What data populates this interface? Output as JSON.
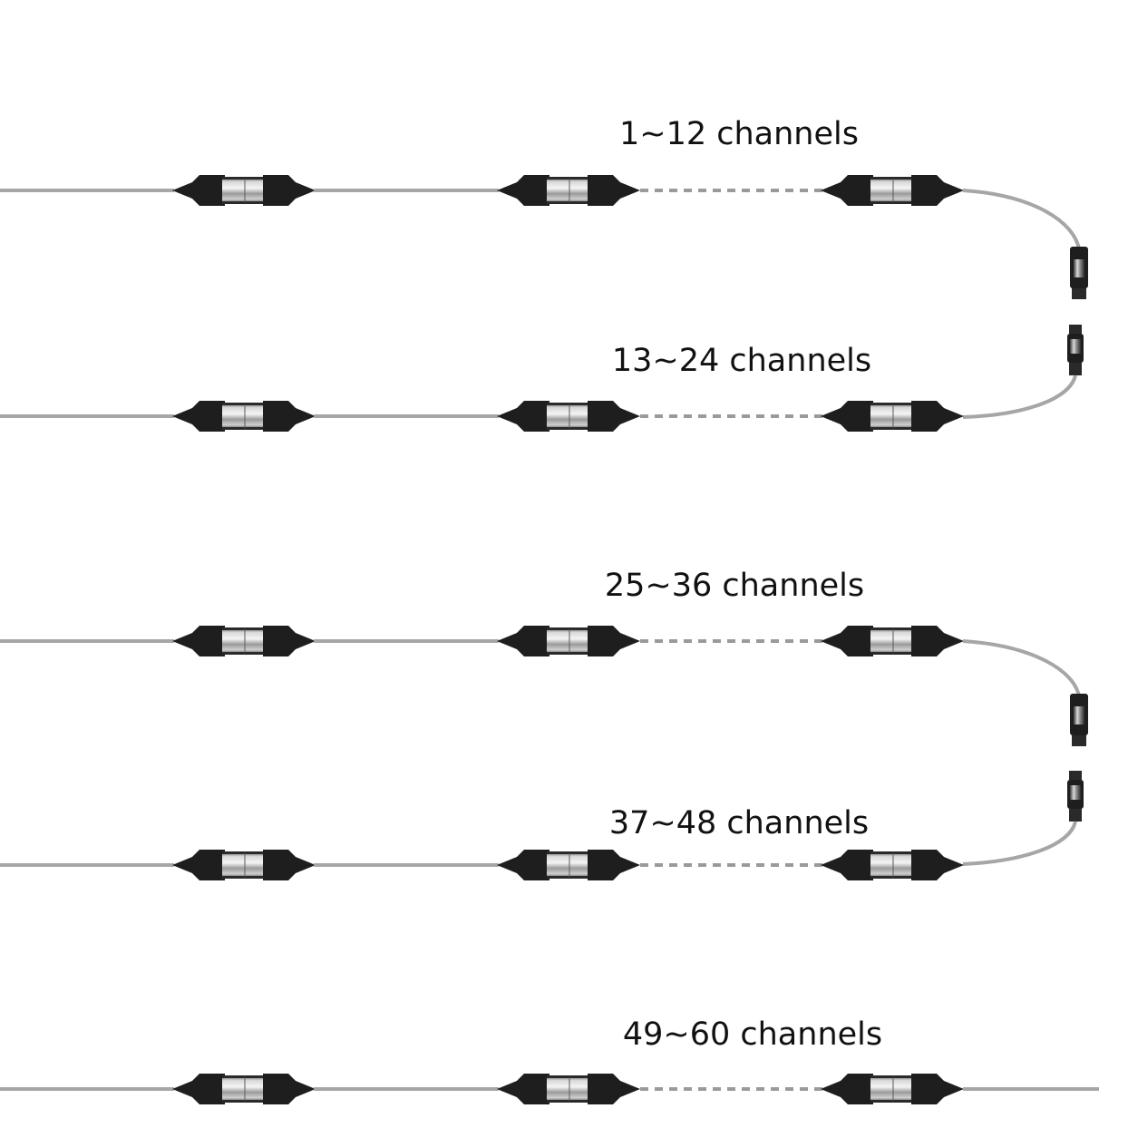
{
  "groups": [
    {
      "label": "1~12 channels"
    },
    {
      "label": "13~24 channels"
    },
    {
      "label": "25~36 channels"
    },
    {
      "label": "37~48 channels"
    },
    {
      "label": "49~60 channels"
    }
  ],
  "colors": {
    "cable": "#a6a6a6",
    "dashes": "#9a9a9a",
    "connector_body": "#1e1e1e",
    "metal_light": "#e6e6e6",
    "metal_dark": "#3a3a3a",
    "label_text": "#111111"
  },
  "links": [
    {
      "from_group": 0,
      "to_group": 1
    },
    {
      "from_group": 2,
      "to_group": 3
    }
  ]
}
